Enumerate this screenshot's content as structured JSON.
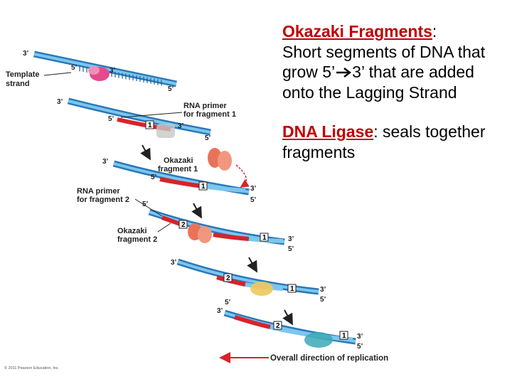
{
  "text_panel": {
    "okazaki_term": "Okazaki Fragments",
    "okazaki_colon": ":",
    "okazaki_desc_parts": [
      "Short segments of DNA that grow 5’",
      "3’ that are added onto the Lagging Strand"
    ],
    "ligase_term": "DNA Ligase",
    "ligase_desc": ": seals together fragments"
  },
  "diagram": {
    "labels": {
      "template_strand": [
        "Template",
        "strand"
      ],
      "rna_primer_frag1": [
        "RNA primer",
        "for fragment 1"
      ],
      "okazaki_frag1": [
        "Okazaki",
        "fragment 1"
      ],
      "rna_primer_frag2": [
        "RNA primer",
        "for fragment 2"
      ],
      "okazaki_frag2": [
        "Okazaki",
        "fragment 2"
      ],
      "overall_direction": "Overall direction of replication",
      "copyright": "© 2011 Pearson Education, Inc."
    },
    "ends": {
      "three_prime": "3’",
      "five_prime": "5’"
    },
    "fragment_numbers": [
      "1",
      "2"
    ]
  },
  "colors": {
    "term": "#c00000",
    "template_dark": "#2a78b8",
    "template_light": "#7cc6ee",
    "primer": "#d8232a",
    "primase": "#e44a8c",
    "polymerase": "#e9735a",
    "ligase": "#f0c85a",
    "ligase_final": "#3aa9b4"
  },
  "icons": [
    "arrow-down-icon",
    "curved-arrow-icon",
    "direction-arrow-left-icon"
  ]
}
